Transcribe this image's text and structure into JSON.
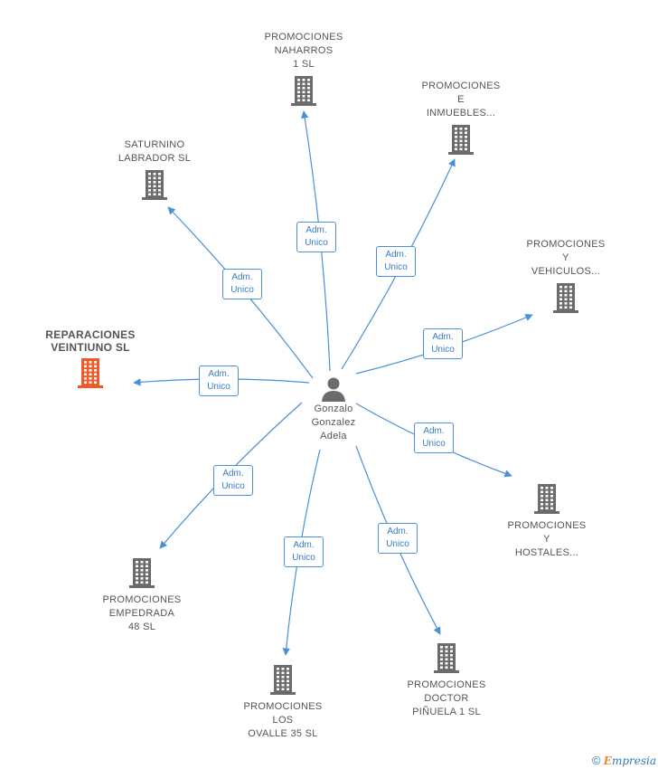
{
  "center": {
    "name_lines": [
      "Gonzalo",
      "Gonzalez",
      "Adela"
    ],
    "icon": "person-icon"
  },
  "relation_label": [
    "Adm.",
    "Unico"
  ],
  "companies": [
    {
      "id": "naharros",
      "lines": [
        "PROMOCIONES",
        "NAHARROS",
        "1 SL"
      ],
      "highlight": false
    },
    {
      "id": "inmuebles",
      "lines": [
        "PROMOCIONES",
        "E",
        "INMUEBLES..."
      ],
      "highlight": false
    },
    {
      "id": "saturnino",
      "lines": [
        "SATURNINO",
        "LABRADOR SL"
      ],
      "highlight": false
    },
    {
      "id": "vehiculos",
      "lines": [
        "PROMOCIONES",
        "Y",
        "VEHICULOS..."
      ],
      "highlight": false
    },
    {
      "id": "reparaciones",
      "lines": [
        "REPARACIONES",
        "VEINTIUNO SL"
      ],
      "highlight": true
    },
    {
      "id": "hostales",
      "lines": [
        "PROMOCIONES",
        "Y",
        "HOSTALES..."
      ],
      "highlight": false
    },
    {
      "id": "empedrada",
      "lines": [
        "PROMOCIONES",
        "EMPEDRADA",
        "48 SL"
      ],
      "highlight": false
    },
    {
      "id": "ovalle",
      "lines": [
        "PROMOCIONES",
        "LOS",
        "OVALLE 35 SL"
      ],
      "highlight": false
    },
    {
      "id": "doctor",
      "lines": [
        "PROMOCIONES",
        "DOCTOR",
        "PIÑUELA 1 SL"
      ],
      "highlight": false
    }
  ],
  "colors": {
    "edge": "#4a8fd8",
    "building": "#6b6b6b",
    "building_highlight": "#f05a28",
    "person": "#6b6b6b"
  },
  "footer": {
    "copyright": "©",
    "brand_first": "E",
    "brand_rest": "mpresia"
  }
}
